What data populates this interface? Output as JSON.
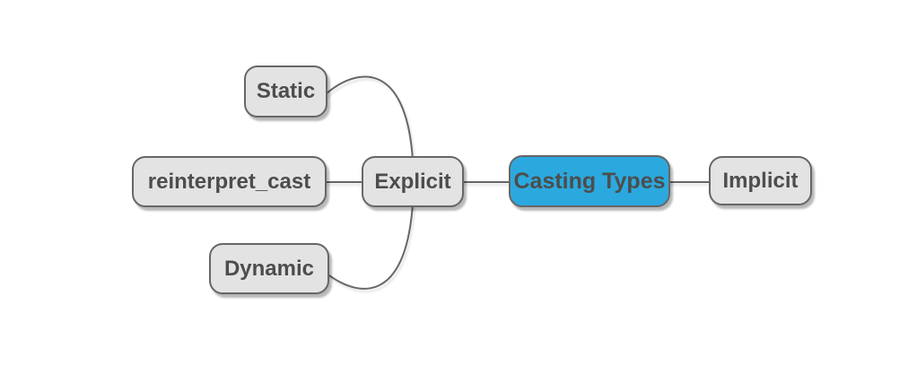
{
  "diagram": {
    "type": "mindmap",
    "title": "Casting Types"
  },
  "nodes": {
    "root": {
      "label": "Casting Types"
    },
    "explicit": {
      "label": "Explicit"
    },
    "implicit": {
      "label": "Implicit"
    },
    "static": {
      "label": "Static"
    },
    "reinterpret_cast": {
      "label": "reinterpret_cast"
    },
    "dynamic": {
      "label": "Dynamic"
    }
  },
  "edges": [
    {
      "from": "Casting Types",
      "to": "Explicit"
    },
    {
      "from": "Casting Types",
      "to": "Implicit"
    },
    {
      "from": "Explicit",
      "to": "Static"
    },
    {
      "from": "Explicit",
      "to": "reinterpret_cast"
    },
    {
      "from": "Explicit",
      "to": "Dynamic"
    }
  ],
  "colors": {
    "root_fill": "#2BA9DE",
    "node_fill": "#E3E3E3",
    "node_border": "#666666",
    "edge_stroke": "#666666",
    "text": "#4D4D4D",
    "background": "#FFFFFF"
  }
}
